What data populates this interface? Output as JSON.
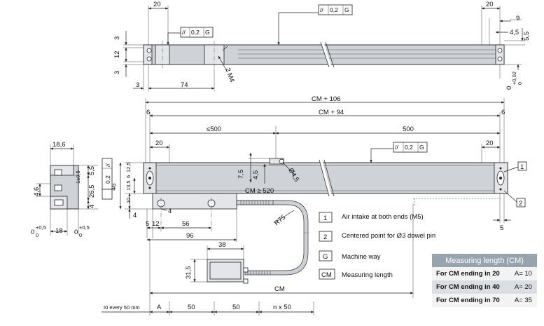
{
  "top_view": {
    "dim_20_left": "20",
    "dim_20_right": "20",
    "parallelism_top": [
      "//",
      "0,2",
      "G"
    ],
    "parallelism_left": [
      "//",
      "0,2",
      "G"
    ],
    "dim_9": "9",
    "dim_4_5": "4,5",
    "dim_5_5": "5,5",
    "dim_3_upper": "3",
    "dim_12": "12",
    "dim_3_lower": "3",
    "dim_3_bottom": "3",
    "dim_74": "74",
    "thread_label": "2 M4",
    "tolerance_base": "0",
    "tolerance_upper": "+0,02",
    "tolerance_lower": "0"
  },
  "front_view": {
    "dim_cm_106": "CM + 106",
    "dim_cm_94": "CM + 94",
    "dim_6_left": "6",
    "dim_6_right": "6",
    "dim_500_left": "≤500",
    "dim_500_right": "500",
    "dim_20_left": "20",
    "dim_20_right": "20",
    "parallelism": [
      "//",
      "0,2",
      "G"
    ],
    "dim_7_5": "7,5",
    "dim_4_5": "4,5",
    "dim_phi_4_5": "Ø4,5",
    "dim_cm_520": "CM ≥ 520",
    "dim_10": "10",
    "dim_13_5": "13,5",
    "dim_6": "6",
    "dim_12_5": "12,5",
    "dim_46": "46",
    "dim_4_bottom": "4",
    "dim_4_mid": "4",
    "dim_5": "5",
    "dim_12": "12",
    "dim_56": "56",
    "dim_96": "96",
    "dim_5_right": "5",
    "dim_r75": "R75",
    "dim_38": "38",
    "dim_31_5": "31,5",
    "dim_cm_bottom": "CM",
    "callout_1": "1",
    "callout_2": "2"
  },
  "side_view": {
    "dim_18_6": "18,6",
    "dim_4_6": "4,6",
    "dim_1_0_5": "1±0,5",
    "dim_5_5": "5,5",
    "dim_26_5": "26,5",
    "dim_4": "4",
    "dim_18": "18",
    "parallelism": [
      "//",
      "0,2"
    ],
    "tol_left_base": "0",
    "tol_left_upper": "+0,5",
    "tol_left_lower": "0",
    "tol_right_base": "0",
    "tol_right_upper": "+0,5",
    "tol_right_lower": "0"
  },
  "legend": [
    {
      "symbol": "1",
      "text": "Air intake at both ends (M5)"
    },
    {
      "symbol": "2",
      "text": "Centered point for Ø3 dowel pin"
    },
    {
      "symbol": "G",
      "text": "Machine way"
    },
    {
      "symbol": "CM",
      "text": "Measuring length"
    }
  ],
  "reference_scale": {
    "label": "I0 every 50 mm",
    "cells": [
      "A",
      "50",
      "50",
      "n x 50"
    ]
  },
  "measuring_table": {
    "header": "Measuring length (CM)",
    "rows": [
      {
        "label": "For CM ending in 20",
        "value": "A= 10"
      },
      {
        "label": "For CM ending in 40",
        "value": "A= 20"
      },
      {
        "label": "For CM ending in 70",
        "value": "A= 35"
      }
    ]
  },
  "colors": {
    "part_fill": "#cfd2d6",
    "table_header": "#98a4ad",
    "table_row_alt": "#dadfe3"
  }
}
